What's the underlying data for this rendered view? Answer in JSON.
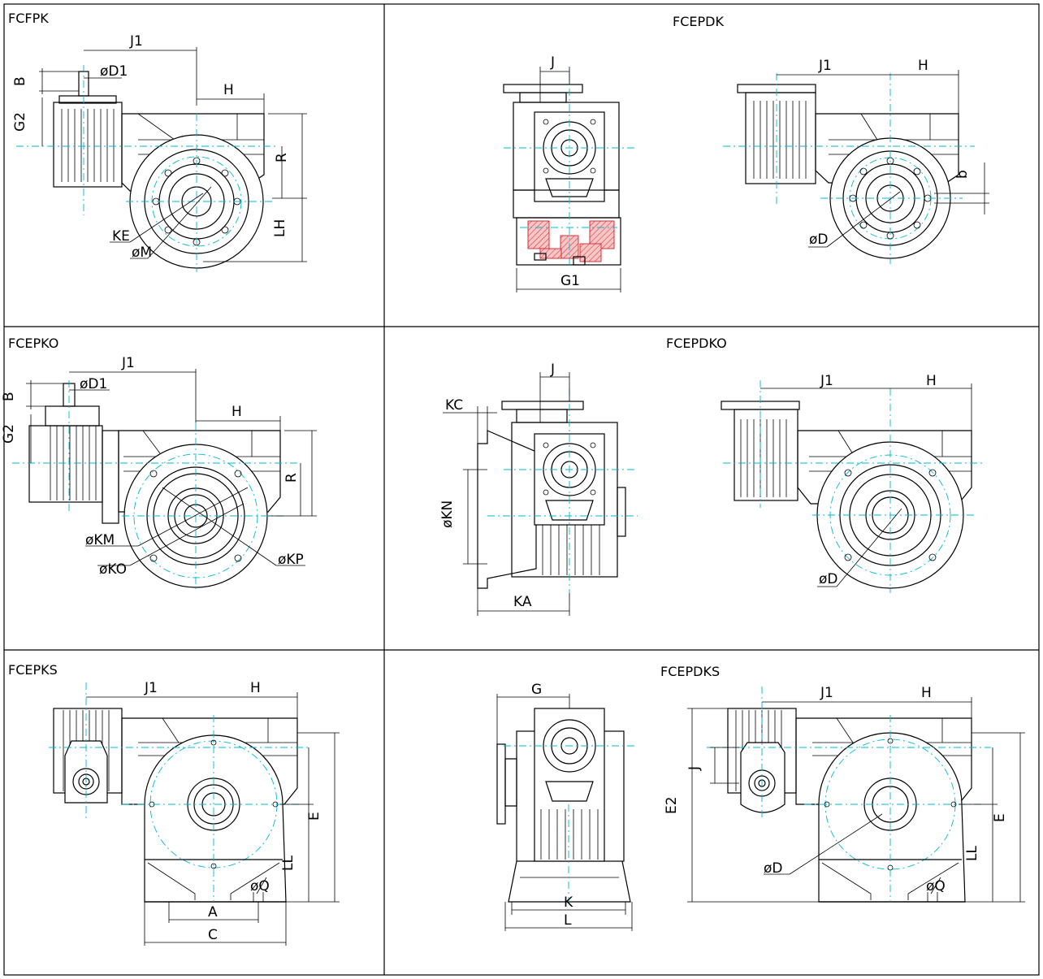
{
  "panels": {
    "p1": {
      "title": "FCFPK",
      "dims": [
        "J1",
        "B",
        "øD1",
        "H",
        "G2",
        "R",
        "LH",
        "KE",
        "øM"
      ]
    },
    "p2": {
      "title": "FCEPDK",
      "dims": [
        "J",
        "G1",
        "J1",
        "H",
        "b",
        "øD"
      ]
    },
    "p3": {
      "title": "FCEPKO",
      "dims": [
        "J1",
        "B",
        "øD1",
        "H",
        "G2",
        "R",
        "øKM",
        "øKO",
        "øKP"
      ]
    },
    "p4": {
      "title": "FCEPDKO",
      "dims": [
        "J",
        "KC",
        "øKN",
        "KA",
        "J1",
        "H",
        "øD"
      ]
    },
    "p5": {
      "title": "FCEPKS",
      "dims": [
        "J1",
        "H",
        "E",
        "LL",
        "øQ",
        "A",
        "C"
      ]
    },
    "p6": {
      "title": "FCEPDKS",
      "dims": [
        "G",
        "K",
        "L",
        "J1",
        "H",
        "J",
        "E2",
        "E",
        "LL",
        "øD",
        "øQ"
      ]
    }
  },
  "colors": {
    "line": "#000000",
    "centerline": "#00b7d6",
    "section": "#d8202a"
  }
}
